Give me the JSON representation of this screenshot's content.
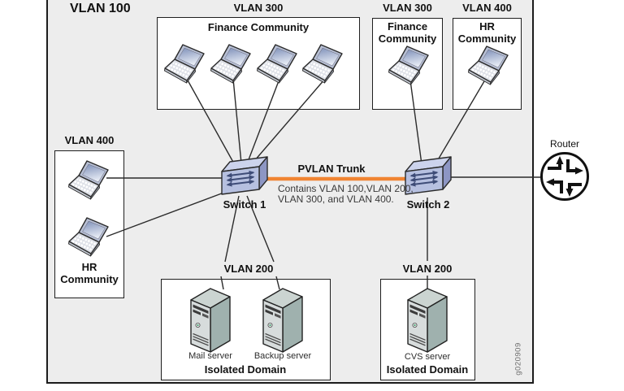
{
  "diagram": {
    "title_vlan": "VLAN 100",
    "watermark": "g020909",
    "router_label": "Router",
    "switch1_label": "Switch 1",
    "switch2_label": "Switch 2",
    "trunk": {
      "label": "PVLAN Trunk",
      "contains_line1": "Contains VLAN 100,VLAN 200,",
      "contains_line2": "VLAN 300, and VLAN 400."
    },
    "finance_large": {
      "vlan": "VLAN 300",
      "title": "Finance Community",
      "laptop_count": 4
    },
    "finance_small": {
      "vlan": "VLAN 300",
      "line1": "Finance",
      "line2": "Community",
      "laptop_count": 1
    },
    "hr_small": {
      "vlan": "VLAN 400",
      "line1": "HR",
      "line2": "Community",
      "laptop_count": 1
    },
    "hr_left": {
      "vlan": "VLAN 400",
      "line1": "HR",
      "line2": "Community",
      "laptop_count": 2
    },
    "isolated_left": {
      "vlan": "VLAN 200",
      "title": "Isolated Domain",
      "server1": "Mail server",
      "server2": "Backup server"
    },
    "isolated_right": {
      "vlan": "VLAN 200",
      "title": "Isolated Domain",
      "server1": "CVS server"
    },
    "colors": {
      "trunk": "#F08432",
      "background": "#EDEDED"
    }
  }
}
